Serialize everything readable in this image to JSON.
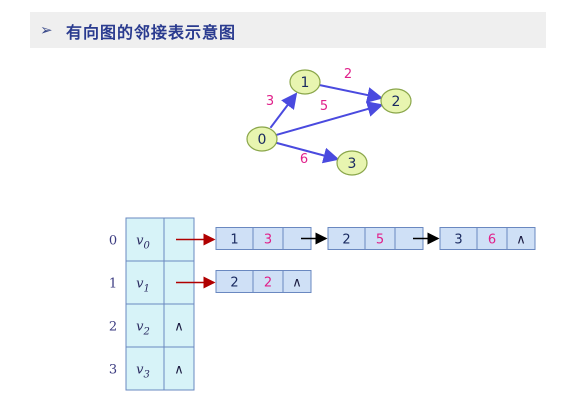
{
  "title": {
    "arrow": "➢",
    "text": "有向图的邻接表示意图"
  },
  "graph": {
    "nodes": [
      {
        "id": "0",
        "label": "0"
      },
      {
        "id": "1",
        "label": "1"
      },
      {
        "id": "2",
        "label": "2"
      },
      {
        "id": "3",
        "label": "3"
      }
    ],
    "edges": [
      {
        "from": "0",
        "to": "1",
        "weight": "3"
      },
      {
        "from": "1",
        "to": "2",
        "weight": "2"
      },
      {
        "from": "0",
        "to": "2",
        "weight": "5"
      },
      {
        "from": "0",
        "to": "3",
        "weight": "6"
      }
    ]
  },
  "adjacency": {
    "null_symbol": "∧",
    "rows": [
      {
        "index": "0",
        "vertex": "v",
        "sub": "0",
        "list": [
          {
            "adj": "1",
            "w": "3"
          },
          {
            "adj": "2",
            "w": "5"
          },
          {
            "adj": "3",
            "w": "6"
          }
        ]
      },
      {
        "index": "1",
        "vertex": "v",
        "sub": "1",
        "list": [
          {
            "adj": "2",
            "w": "2"
          }
        ]
      },
      {
        "index": "2",
        "vertex": "v",
        "sub": "2",
        "list": []
      },
      {
        "index": "3",
        "vertex": "v",
        "sub": "3",
        "list": []
      }
    ]
  },
  "colors": {
    "node_fill": "#e8f5b0",
    "node_stroke": "#8aa64a",
    "edge": "#4a4adf",
    "cell_fill": "#cfe0f6",
    "cell_stroke": "#6a88c0",
    "head_fill": "#d7f3f8",
    "pointer_red": "#b00000"
  }
}
